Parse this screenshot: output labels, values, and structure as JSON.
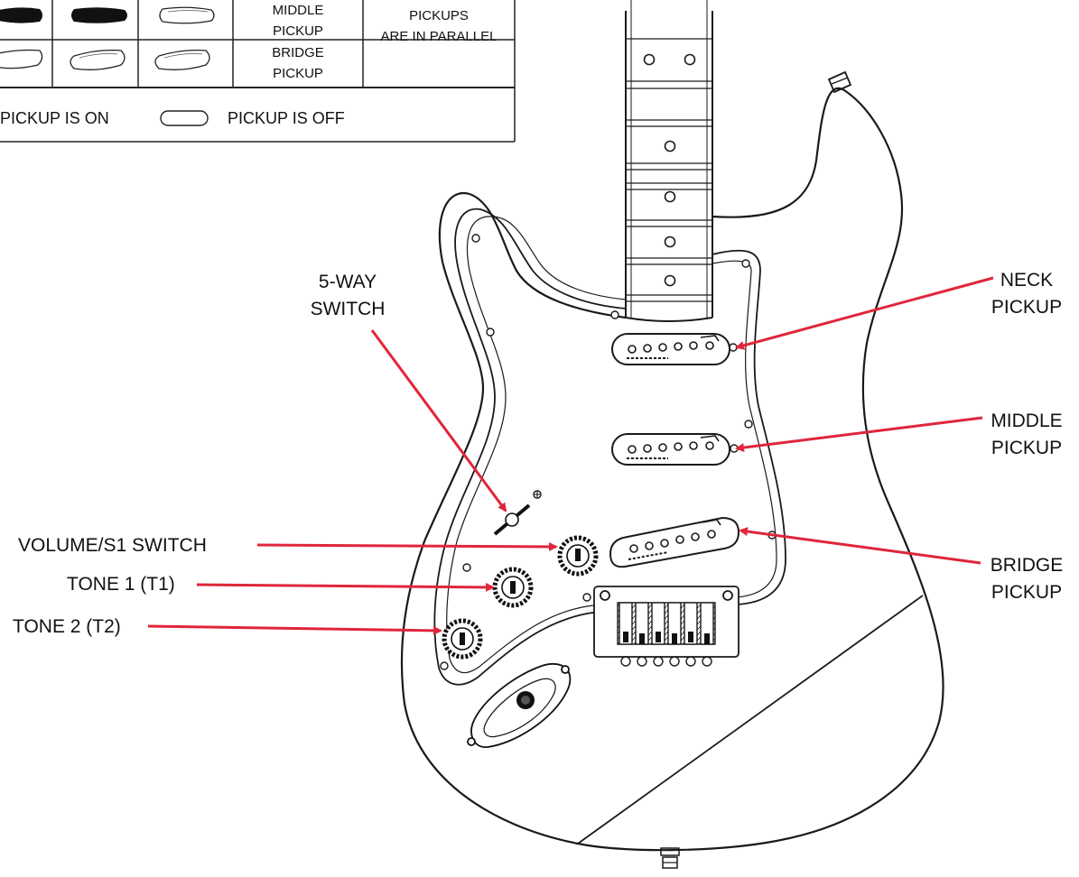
{
  "switch_table": {
    "rows": [
      {
        "label_line1": "MIDDLE",
        "label_line2": "PICKUP"
      },
      {
        "label_line1": "BRIDGE",
        "label_line2": "PICKUP"
      }
    ],
    "note_line1": "PICKUPS",
    "note_line2": "ARE IN PARALLEL",
    "legend_on": "PICKUP IS ON",
    "legend_off": "PICKUP IS OFF"
  },
  "callouts": {
    "switch_line1": "5-WAY",
    "switch_line2": "SWITCH",
    "neck_line1": "NECK",
    "neck_line2": "PICKUP",
    "middle_line1": "MIDDLE",
    "middle_line2": "PICKUP",
    "bridge_line1": "BRIDGE",
    "bridge_line2": "PICKUP",
    "volume": "VOLUME/S1 SWITCH",
    "tone1": "TONE 1 (T1)",
    "tone2": "TONE 2 (T2)"
  },
  "colors": {
    "arrow": "#e0263a",
    "outline": "#1a1a1a"
  }
}
